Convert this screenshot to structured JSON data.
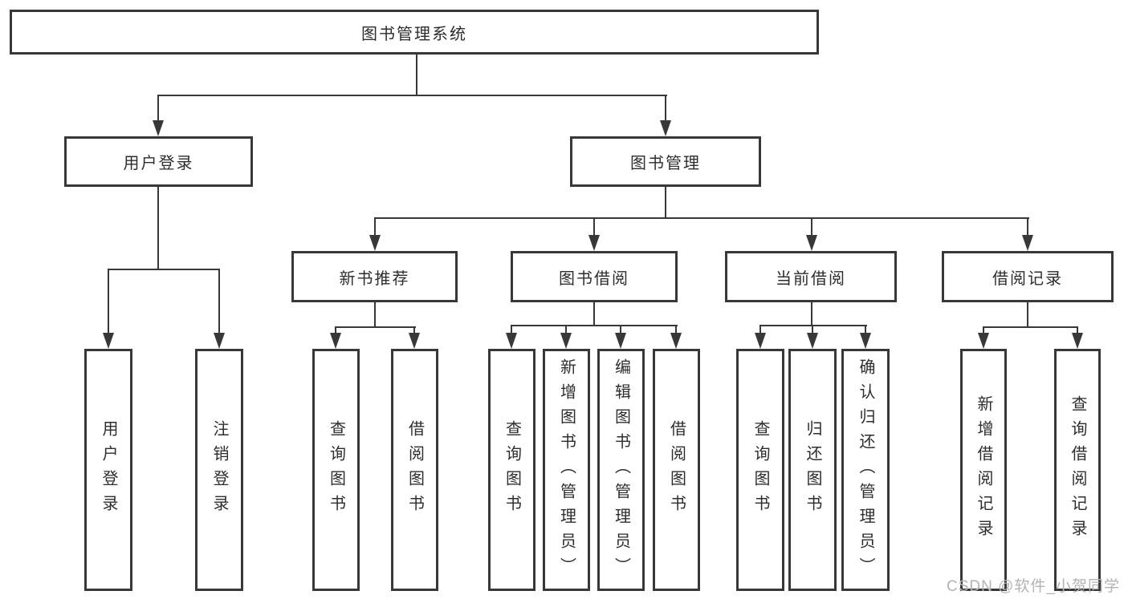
{
  "nodes": {
    "root": "图书管理系统",
    "user_login": "用户登录",
    "book_mgmt": "图书管理",
    "new_book_rec": "新书推荐",
    "book_borrow": "图书借阅",
    "current_borrow": "当前借阅",
    "borrow_records": "借阅记录",
    "leaf_user_login": "用户登录",
    "leaf_logout": "注销登录",
    "leaf_query_book_a": "查询图书",
    "leaf_borrow_book_a": "借阅图书",
    "leaf_query_book_b": "查询图书",
    "leaf_add_book": "新增图书（管理员）",
    "leaf_edit_book": "编辑图书（管理员）",
    "leaf_borrow_book_b": "借阅图书",
    "leaf_query_book_c": "查询图书",
    "leaf_return_book": "归还图书",
    "leaf_confirm_return": "确认归还（管理员）",
    "leaf_add_record": "新增借阅记录",
    "leaf_query_record": "查询借阅记录"
  },
  "watermark": "CSDN @软件_小贺同学",
  "colors": {
    "line": "#383838",
    "text": "#2d2d2d",
    "watermark": "#b3b3b3",
    "background": "#ffffff"
  }
}
